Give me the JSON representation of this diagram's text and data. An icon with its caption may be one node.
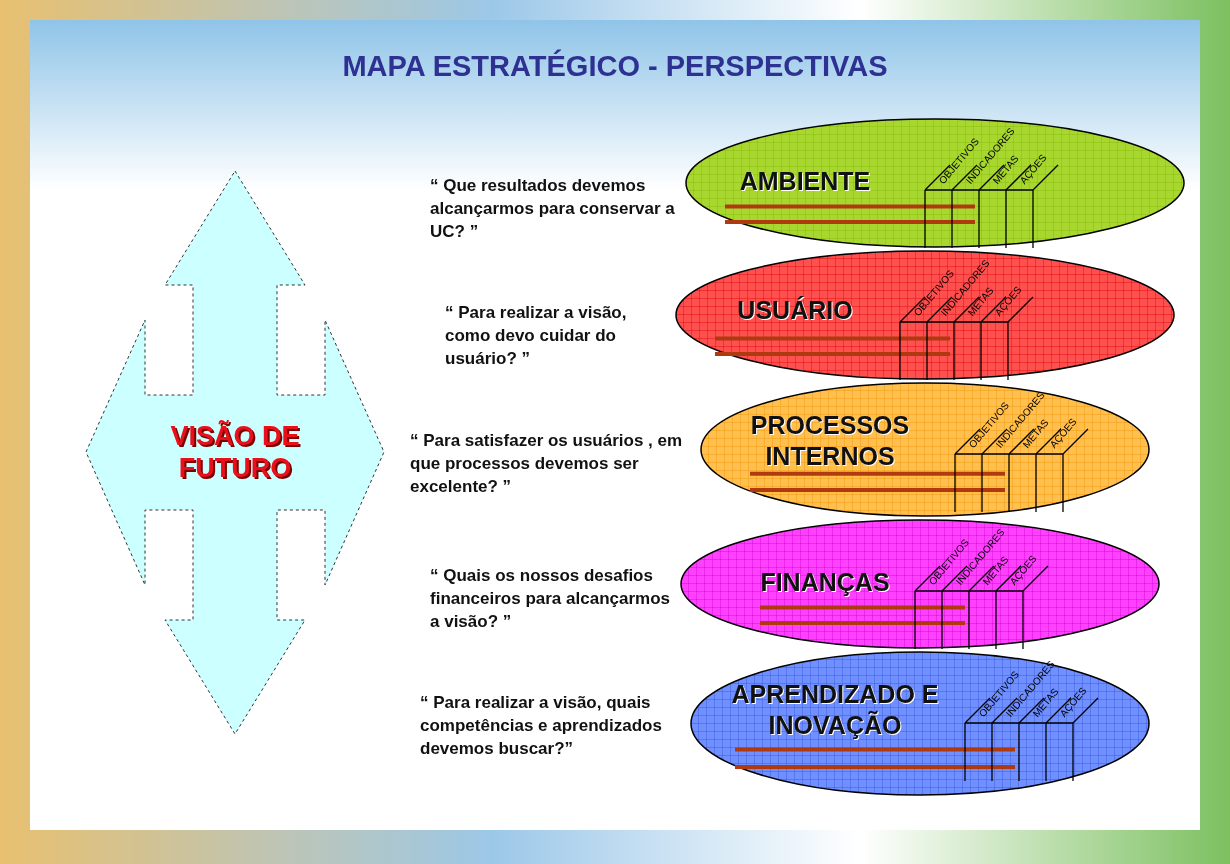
{
  "diagram": {
    "title": "MAPA ESTRATÉGICO - PERSPECTIVAS",
    "nodes": [
      {
        "text": [
          "VISÃO DE FUTURO"
        ]
      },
      {
        "text": [
          "AMBIENTE"
        ],
        "beside": [
          "“ Que resultados devemos alcançarmos para conservar a UC? ”"
        ]
      },
      {
        "text": [
          "OBJETIVOS",
          "INDICADORES",
          "METAS",
          "AÇÕES"
        ],
        "in": 1
      },
      {
        "text": [
          "USUÁRIO"
        ],
        "beside": [
          "“ Para realizar a visão, como devo cuidar do usuário? ”"
        ]
      },
      {
        "text": [
          "OBJETIVOS",
          "INDICADORES",
          "METAS",
          "AÇÕES"
        ],
        "in": 3
      },
      {
        "text": [
          "PROCESSOS INTERNOS"
        ],
        "beside": [
          "“ Para satisfazer os usuários , em que processos devemos ser excelente? ”"
        ]
      },
      {
        "text": [
          "OBJETIVOS",
          "INDICADORES",
          "METAS",
          "AÇÕES"
        ],
        "in": 5
      },
      {
        "text": [
          "FINANÇAS"
        ],
        "beside": [
          "“ Quais os nossos desafios financeiros para alcançarmos a visão? ”"
        ]
      },
      {
        "text": [
          "OBJETIVOS",
          "INDICADORES",
          "METAS",
          "AÇÕES"
        ],
        "in": 7
      },
      {
        "text": [
          "APRENDIZADO E INOVAÇÃO"
        ],
        "beside": [
          "“ Para realizar a visão, quais competências e aprendizados devemos buscar?”"
        ]
      },
      {
        "text": [
          "OBJETIVOS",
          "INDICADORES",
          "METAS",
          "AÇÕES"
        ],
        "in": 9
      }
    ]
  }
}
